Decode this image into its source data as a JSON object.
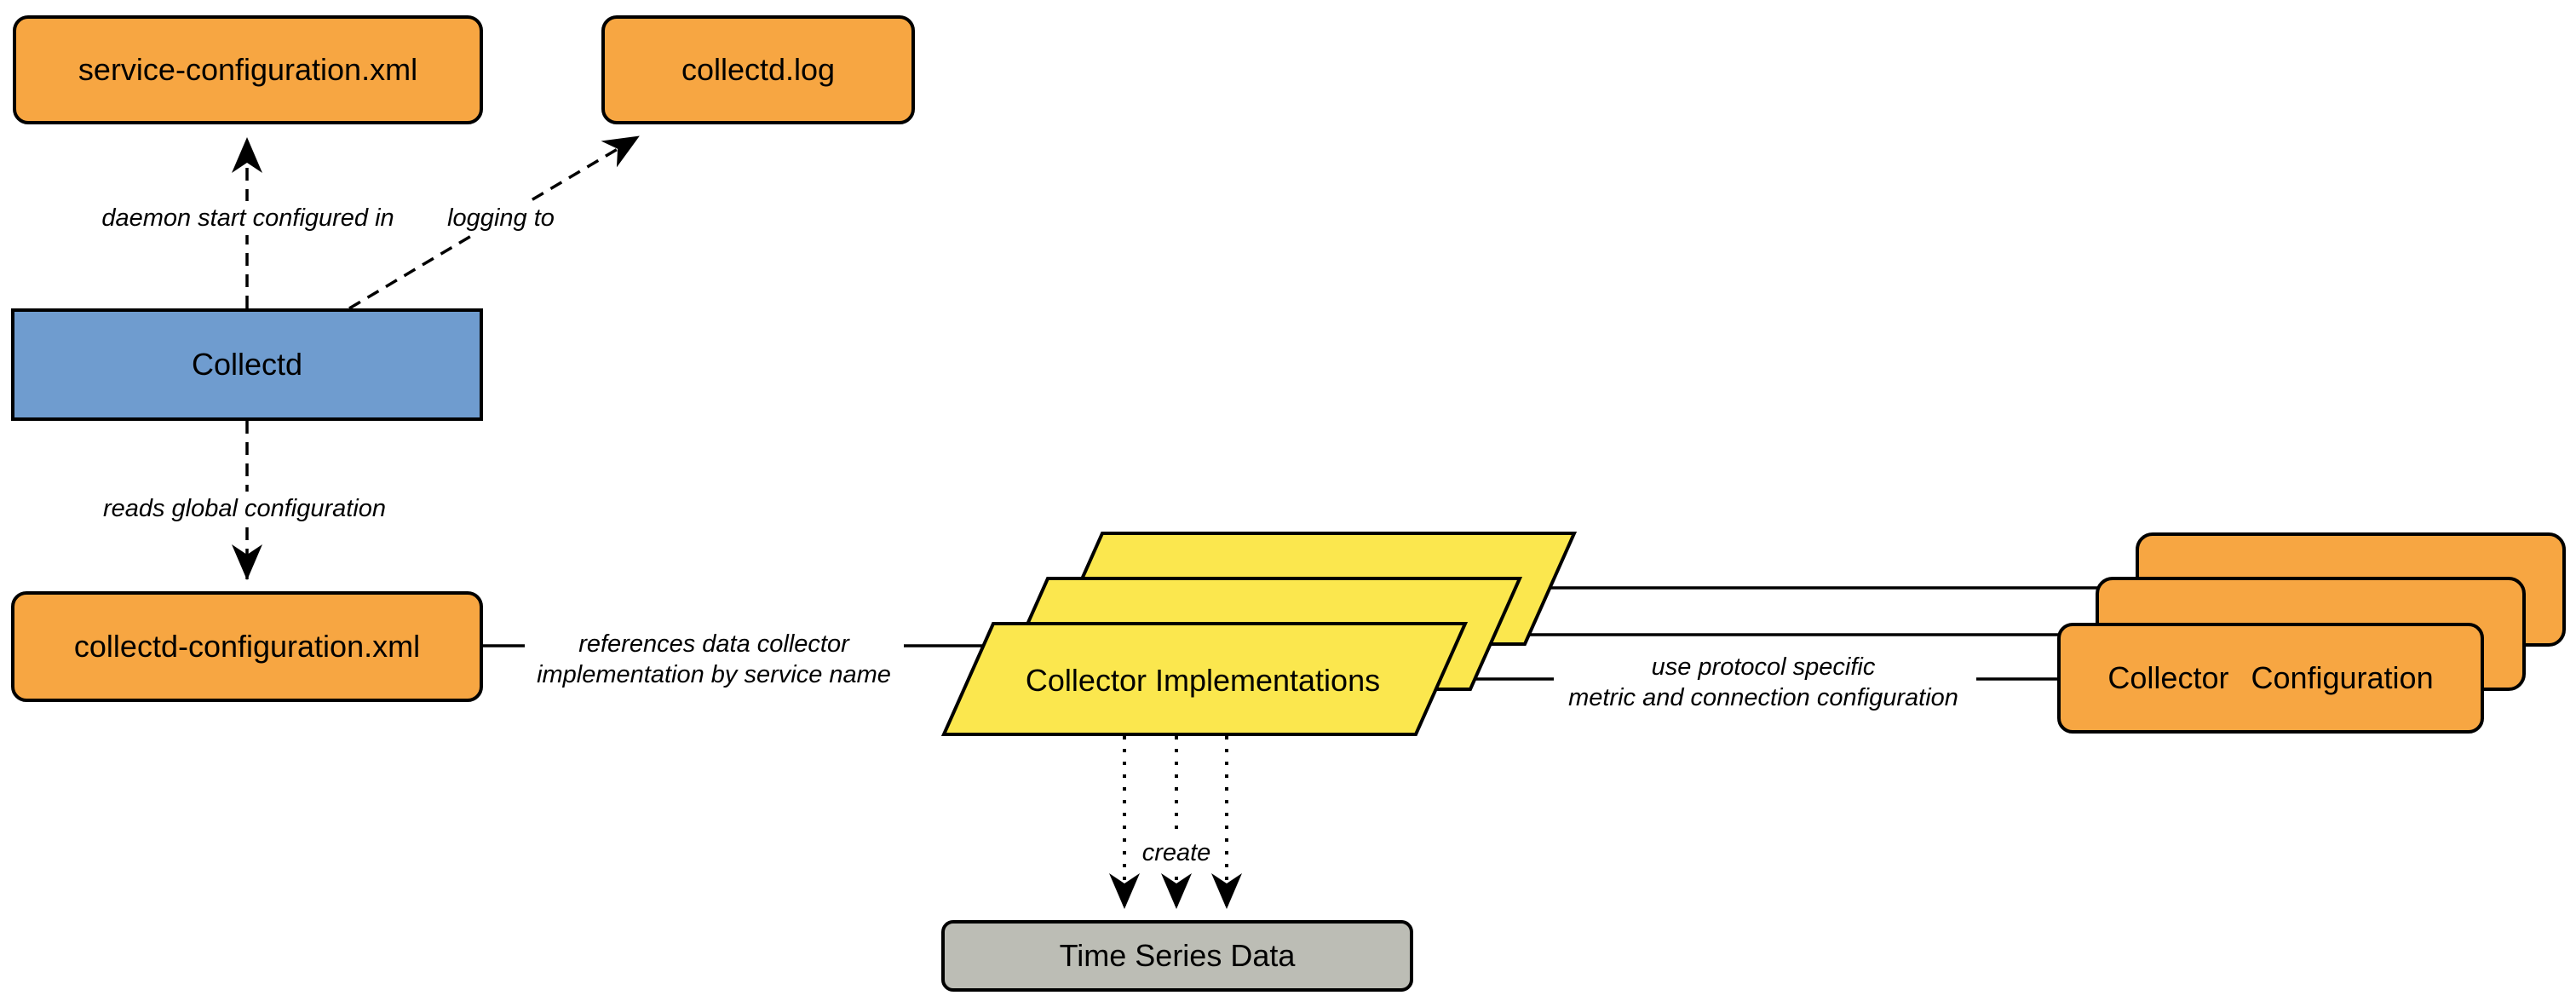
{
  "diagram": {
    "nodes": {
      "service_configuration": {
        "label": "service-configuration.xml"
      },
      "collectd_log": {
        "label": "collectd.log"
      },
      "collectd": {
        "label": "Collectd"
      },
      "collectd_configuration": {
        "label": "collectd-configuration.xml"
      },
      "collector_implementations": {
        "label": "Collector Implementations"
      },
      "collector_configuration": {
        "label": "Collector Configuration"
      },
      "time_series_data": {
        "label": "Time Series Data"
      }
    },
    "edges": {
      "daemon_start": {
        "label": "daemon start configured in"
      },
      "logging_to": {
        "label": "logging to"
      },
      "reads_global": {
        "label": "reads global configuration"
      },
      "references": {
        "line1": "references data collector",
        "line2": "implementation by service name"
      },
      "use_protocol": {
        "line1": "use protocol specific",
        "line2": "metric and connection configuration"
      },
      "create": {
        "label": "create"
      }
    },
    "colors": {
      "orange": "#F7A642",
      "blue": "#6F9CCF",
      "yellow": "#FBE74E",
      "gray": "#BCBDB5",
      "line": "#000000"
    }
  }
}
